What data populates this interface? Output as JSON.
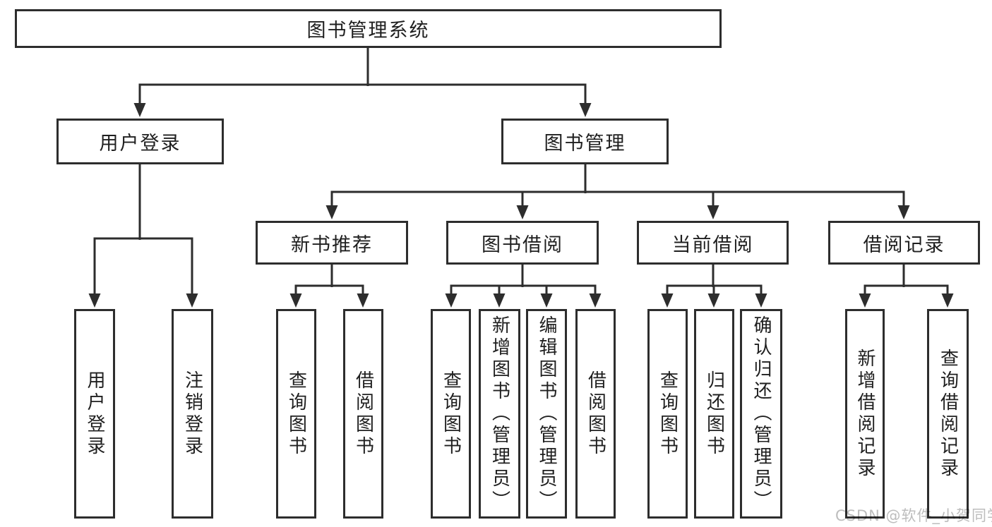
{
  "colors": {
    "line": "#2d2d2d",
    "box_bg": "#ffffff",
    "text": "#1f1f1f",
    "watermark": "#bdbdbd"
  },
  "tree": {
    "root": "图书管理系统",
    "level2": [
      {
        "label": "用户登录"
      },
      {
        "label": "图书管理"
      }
    ],
    "level3": [
      {
        "label": "新书推荐"
      },
      {
        "label": "图书借阅"
      },
      {
        "label": "当前借阅"
      },
      {
        "label": "借阅记录"
      }
    ],
    "groups": [
      {
        "parent": "用户登录",
        "leaves": [
          "用户登录",
          "注销登录"
        ]
      },
      {
        "parent": "新书推荐",
        "leaves": [
          "查询图书",
          "借阅图书"
        ]
      },
      {
        "parent": "图书借阅",
        "leaves": [
          "查询图书",
          "新增图书（管理员）",
          "编辑图书（管理员）",
          "借阅图书"
        ]
      },
      {
        "parent": "当前借阅",
        "leaves": [
          "查询图书",
          "归还图书",
          "确认归还（管理员）"
        ]
      },
      {
        "parent": "借阅记录",
        "leaves": [
          "新增借阅记录",
          "查询借阅记录"
        ]
      }
    ]
  },
  "watermark": {
    "text": "CSDN @软件_小贺同学"
  }
}
